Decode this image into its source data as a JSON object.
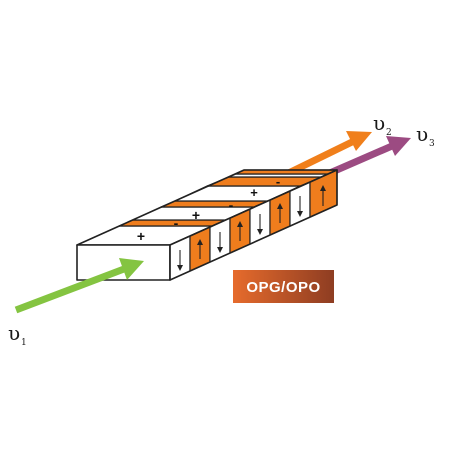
{
  "labels": {
    "input_symbol": "υ",
    "input_subscript": "1",
    "signal_symbol": "υ",
    "signal_subscript": "2",
    "idler_symbol": "υ",
    "idler_subscript": "3",
    "device_name": "OPG/OPO"
  },
  "domain_signs": {
    "plus": "+",
    "minus": "-"
  },
  "colors": {
    "pump_arrow": "#84c441",
    "signal_arrow": "#f07f1b",
    "idler_arrow": "#9c4b82",
    "domain_orange": "#ef7d1d",
    "domain_white": "#ffffff",
    "outline": "#222222",
    "badge_left": "#e66b2c",
    "badge_right": "#8e3d22"
  }
}
